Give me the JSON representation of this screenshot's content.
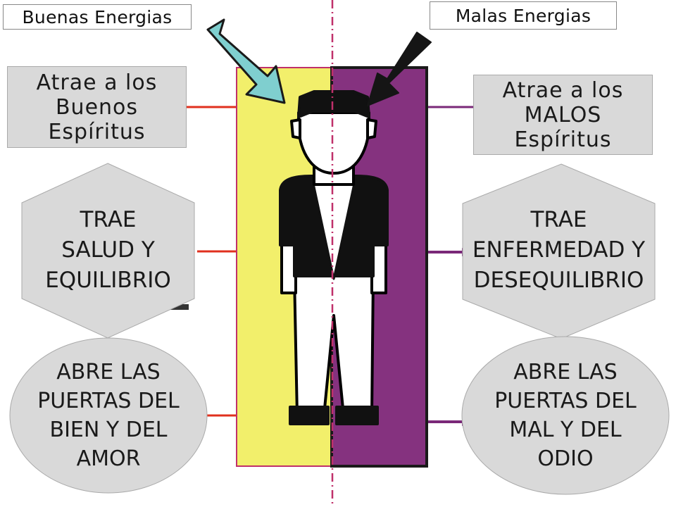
{
  "left": {
    "label": "Buenas Energias",
    "box1": [
      "Atrae a los",
      "Buenos",
      "Espíritus"
    ],
    "box2": [
      "TRAE",
      "SALUD Y",
      "EQUILIBRIO"
    ],
    "box3": [
      "ABRE LAS",
      "PUERTAS DEL",
      "BIEN Y DEL",
      "AMOR"
    ]
  },
  "right": {
    "label": "Malas Energias",
    "box1": [
      "Atrae a los",
      "MALOS",
      "Espíritus"
    ],
    "box2": [
      "TRAE",
      "ENFERMEDAD Y",
      "DESEQUILIBRIO"
    ],
    "box3": [
      "ABRE LAS",
      "PUERTAS DEL",
      "MAL Y DEL",
      "ODIO"
    ]
  },
  "colors": {
    "good_panel": "#f2ef6b",
    "bad_panel": "#85327f",
    "good_line": "#e0301e",
    "bad_line": "#7a2878",
    "good_arrow": "#7fcfcf",
    "bad_arrow": "#151515",
    "shape_fill": "#d9d9d9",
    "divider": "#c0306a"
  },
  "icons": {
    "figure": "person-figure-icon",
    "good_arrow": "cyan-arrow-icon",
    "bad_arrow": "black-arrow-icon"
  }
}
